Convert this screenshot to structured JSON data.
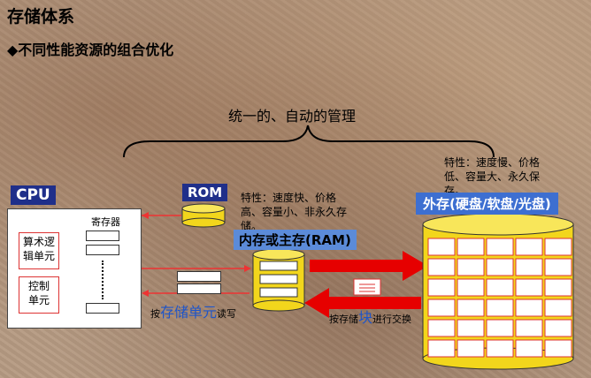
{
  "title": "存储体系",
  "subtitle": "◆不同性能资源的组合优化",
  "brace_label": "统一的、自动的管理",
  "cpu": {
    "label": "CPU",
    "registers_label": "寄存器",
    "alu": [
      "算术逻",
      "辑单元"
    ],
    "control": [
      "控制",
      "单元"
    ]
  },
  "rom": {
    "label": "ROM"
  },
  "ram": {
    "label": "内存或主存(RAM)",
    "spec": [
      "特性：速度快、价格",
      "高、容量小、非永久存",
      "储。"
    ]
  },
  "external": {
    "label": "外存(硬盘/软盘/光盘)",
    "spec": [
      "特性：速度慢、价格",
      "低、容量大、永久保",
      "存。"
    ]
  },
  "cpu_ram_access": {
    "prefix": "按",
    "big": "存储单元",
    "suffix": "读写"
  },
  "ram_ext_exchange": {
    "prefix": "按存储",
    "big": "块",
    "suffix": "进行交换"
  }
}
